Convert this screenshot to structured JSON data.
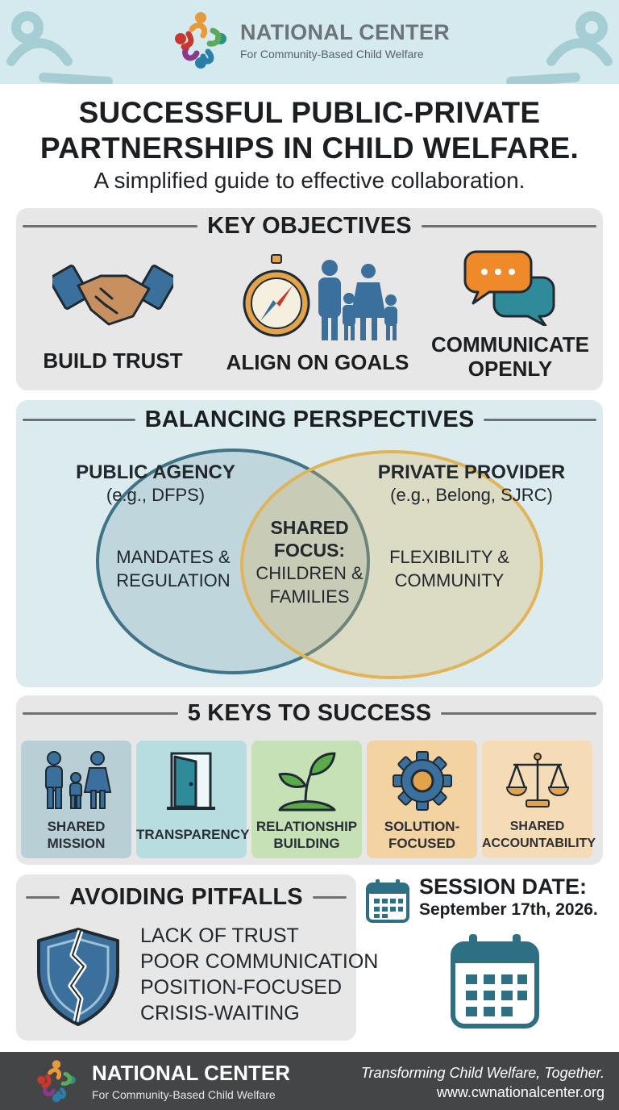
{
  "brand": {
    "name": "NATIONAL CENTER",
    "subtitle": "For Community-Based Child Welfare"
  },
  "title_line1": "SUCCESSFUL PUBLIC-PRIVATE",
  "title_line2": "PARTNERSHIPS IN CHILD WELFARE.",
  "subtitle": "A simplified guide to effective collaboration.",
  "objectives": {
    "heading": "KEY OBJECTIVES",
    "items": [
      {
        "icon": "handshake-icon",
        "label": "BUILD TRUST"
      },
      {
        "icon": "compass-family-icon",
        "label": "ALIGN ON GOALS"
      },
      {
        "icon": "chat-bubbles-icon",
        "label_line1": "COMMUNICATE",
        "label_line2": "OPENLY"
      }
    ]
  },
  "perspectives": {
    "heading": "BALANCING PERSPECTIVES",
    "public": {
      "title": "PUBLIC AGENCY",
      "example": "(e.g., DFPS)",
      "body_line1": "MANDATES &",
      "body_line2": "REGULATION"
    },
    "private": {
      "title": "PRIVATE PROVIDER",
      "example": "(e.g., Belong, SJRC)",
      "body_line1": "FLEXIBILITY &",
      "body_line2": "COMMUNITY"
    },
    "shared": {
      "line1": "SHARED",
      "line2": "FOCUS:",
      "line3": "CHILDREN &",
      "line4": "FAMILIES"
    },
    "colors": {
      "public": "#3f7488",
      "private": "#e0b45a"
    }
  },
  "keys": {
    "heading": "5 KEYS TO SUCCESS",
    "items": [
      {
        "icon": "family-icon",
        "line1": "SHARED",
        "line2": "MISSION",
        "color": "#b9cfd6"
      },
      {
        "icon": "open-door-icon",
        "line1": "TRANSPARENCY",
        "line2": "",
        "color": "#b7dde0"
      },
      {
        "icon": "sprout-icon",
        "line1": "RELATIONSHIP",
        "line2": "BUILDING",
        "color": "#c5e1b5"
      },
      {
        "icon": "gear-icon",
        "line1": "SOLUTION-",
        "line2": "FOCUSED",
        "color": "#f3d3a2"
      },
      {
        "icon": "scales-icon",
        "line1": "SHARED",
        "line2": "ACCOUNTABILITY",
        "color": "#f5dcb6"
      }
    ]
  },
  "pitfalls": {
    "heading": "AVOIDING PITFALLS",
    "items": [
      "LACK OF TRUST",
      "POOR COMMUNICATION",
      "POSITION-FOCUSED",
      "CRISIS-WAITING"
    ]
  },
  "session": {
    "label": "SESSION DATE:",
    "date": "September 17th, 2026."
  },
  "footer": {
    "name": "NATIONAL CENTER",
    "subtitle": "For Community-Based Child Welfare",
    "tagline": "Transforming Child Welfare, Together.",
    "url": "www.cwnationalcenter.org"
  }
}
